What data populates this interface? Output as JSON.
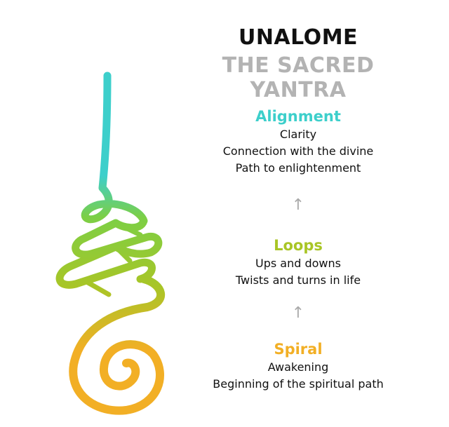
{
  "header": {
    "title": "UNALOME",
    "subtitle": "THE SACRED YANTRA"
  },
  "colors": {
    "alignment": "#3dcfcb",
    "loops": "#a9c526",
    "spiral": "#f2af25",
    "arrow": "#aaaaaa"
  },
  "sections": [
    {
      "heading": "Alignment",
      "lines": [
        "Clarity",
        "Connection with the divine",
        "Path to enlightenment"
      ]
    },
    {
      "heading": "Loops",
      "lines": [
        "Ups and downs",
        "Twists and turns in life"
      ]
    },
    {
      "heading": "Spiral",
      "lines": [
        "Awakening",
        "Beginning of the spiritual path"
      ]
    }
  ],
  "icons": {
    "arrow": "arrow-up-icon",
    "symbol": "unalome-symbol"
  }
}
